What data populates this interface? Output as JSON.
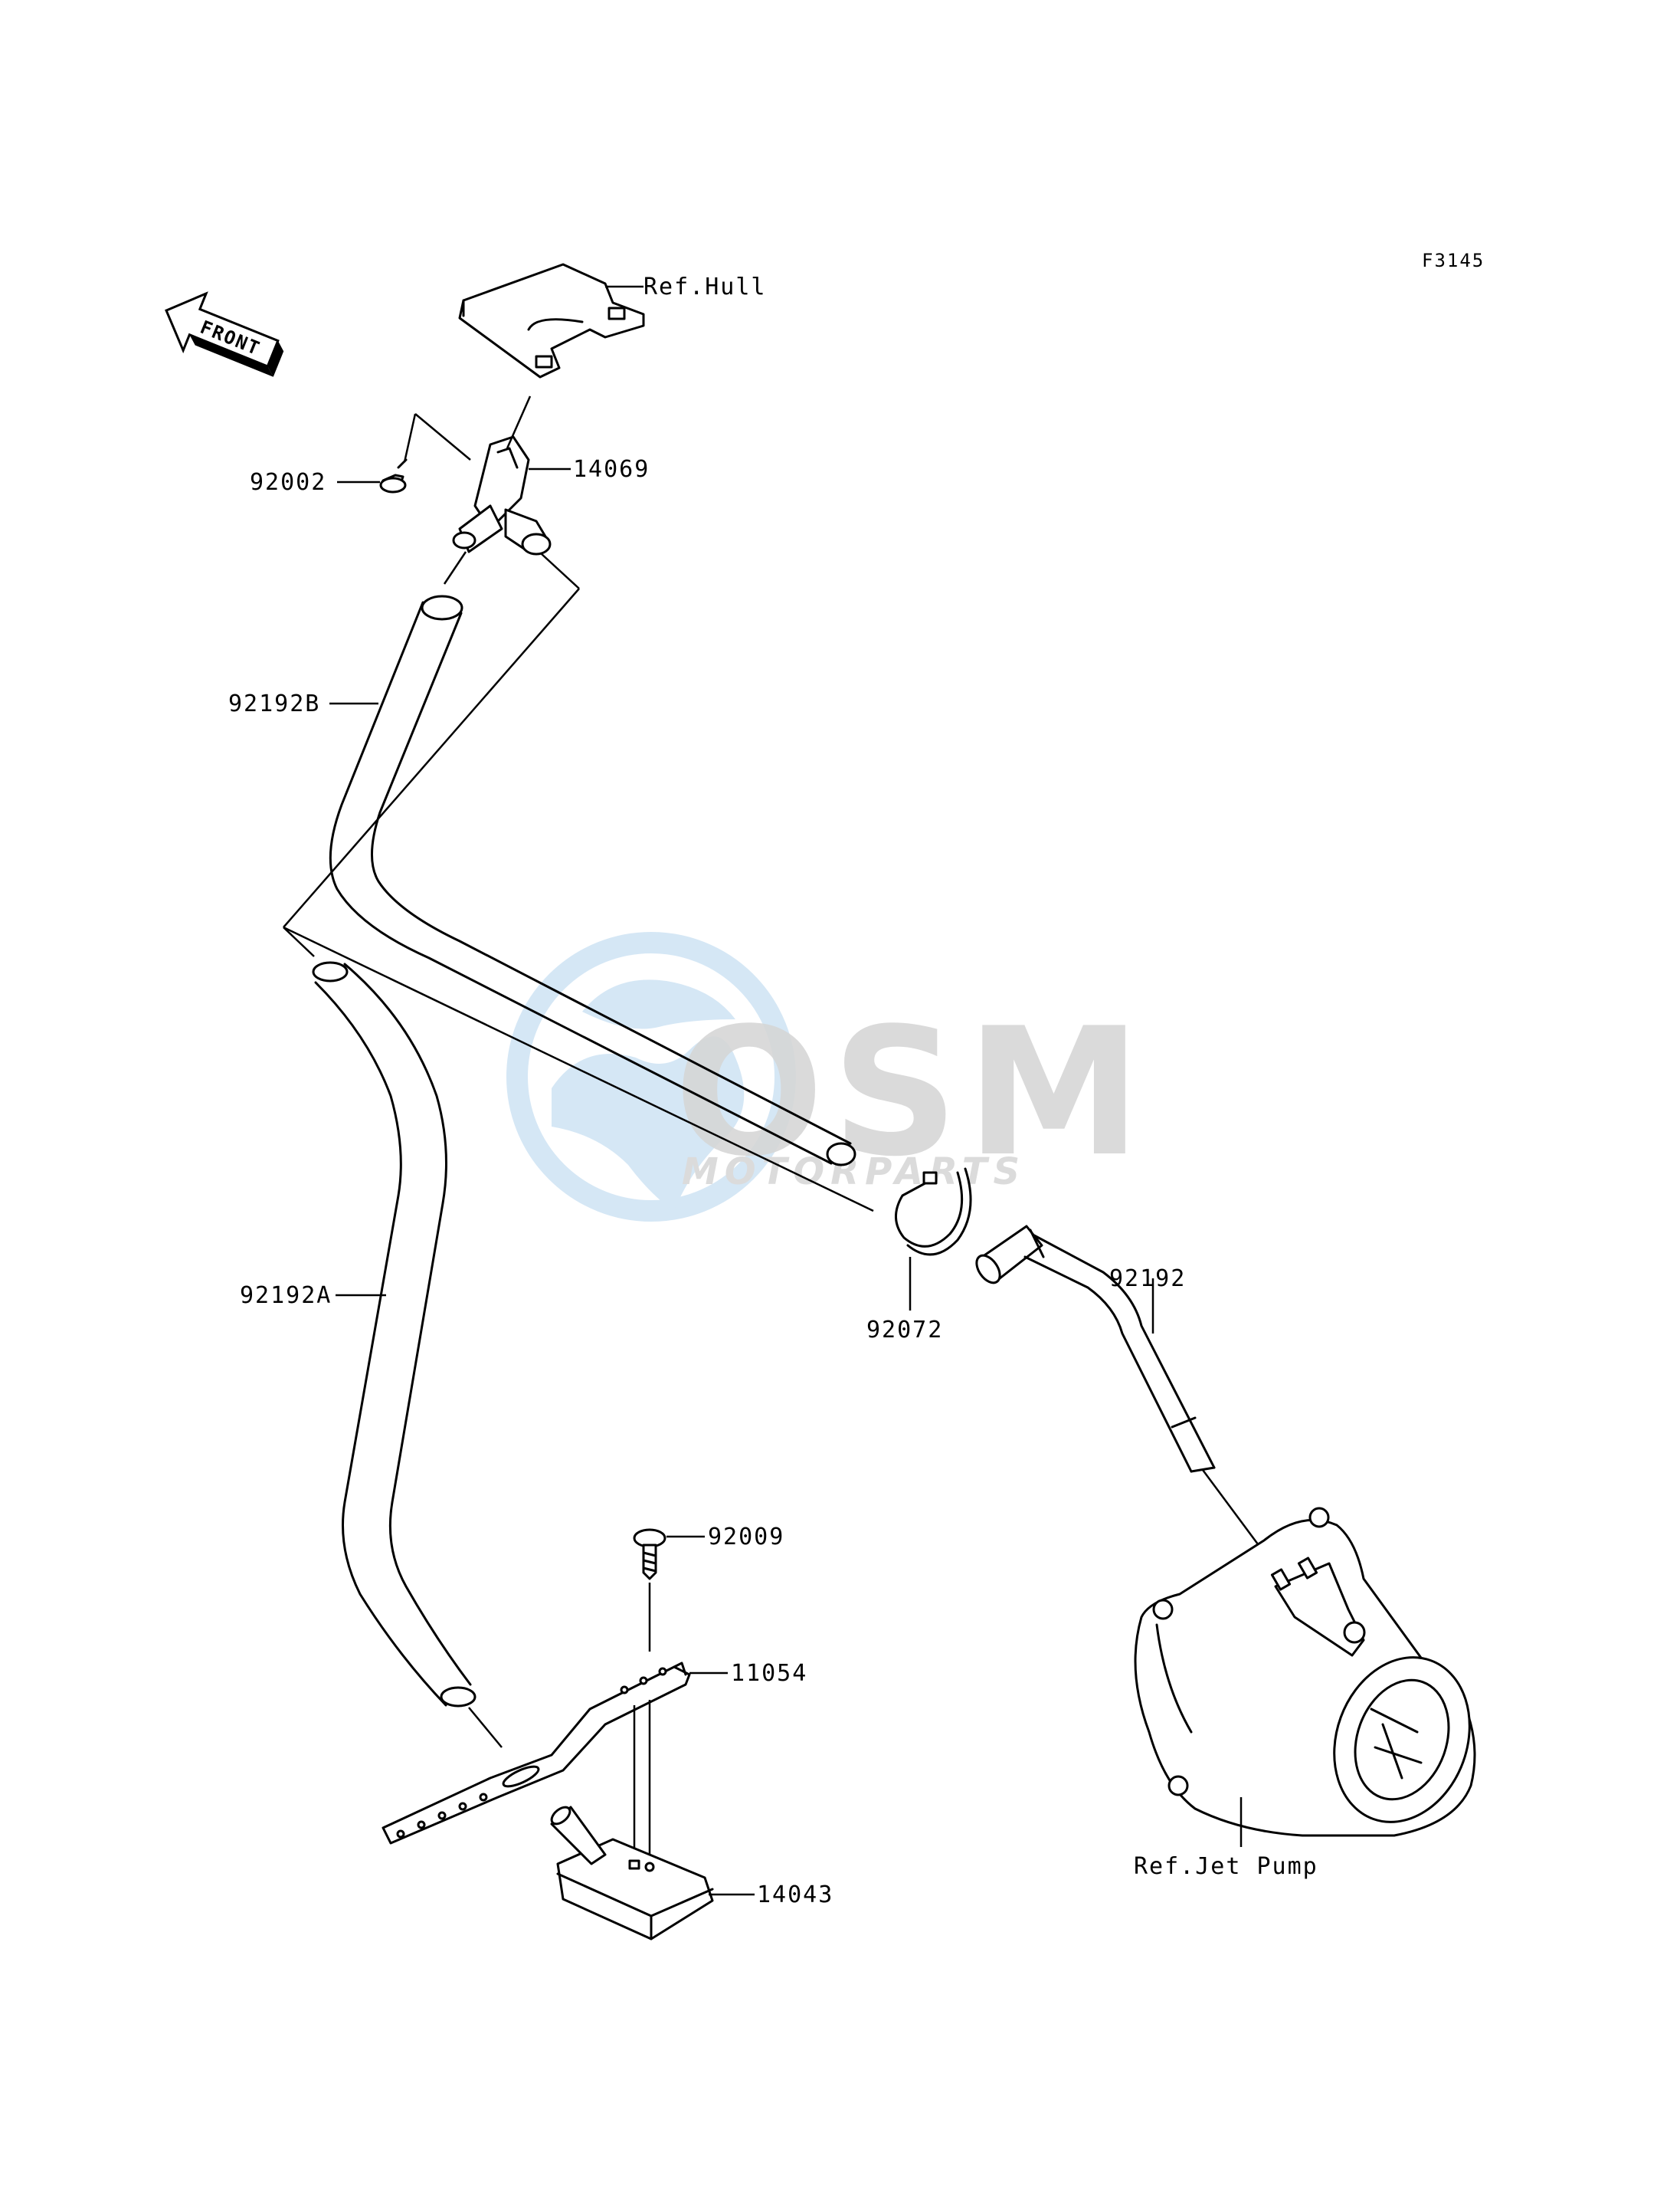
{
  "figure_code": "F3145",
  "front_badge": "FRONT",
  "watermark": {
    "brand": "OSM",
    "sub": "MOTORPARTS",
    "color": "#bcd7ee",
    "gray": "#cfcfcf"
  },
  "labels": {
    "ref_hull": "Ref.Hull",
    "p14069": "14069",
    "p92002": "92002",
    "p92192B": "92192B",
    "p92192A": "92192A",
    "p92072": "92072",
    "p92192": "92192",
    "p92009": "92009",
    "p11054": "11054",
    "p14043": "14043",
    "ref_jet_pump": "Ref.Jet Pump"
  }
}
